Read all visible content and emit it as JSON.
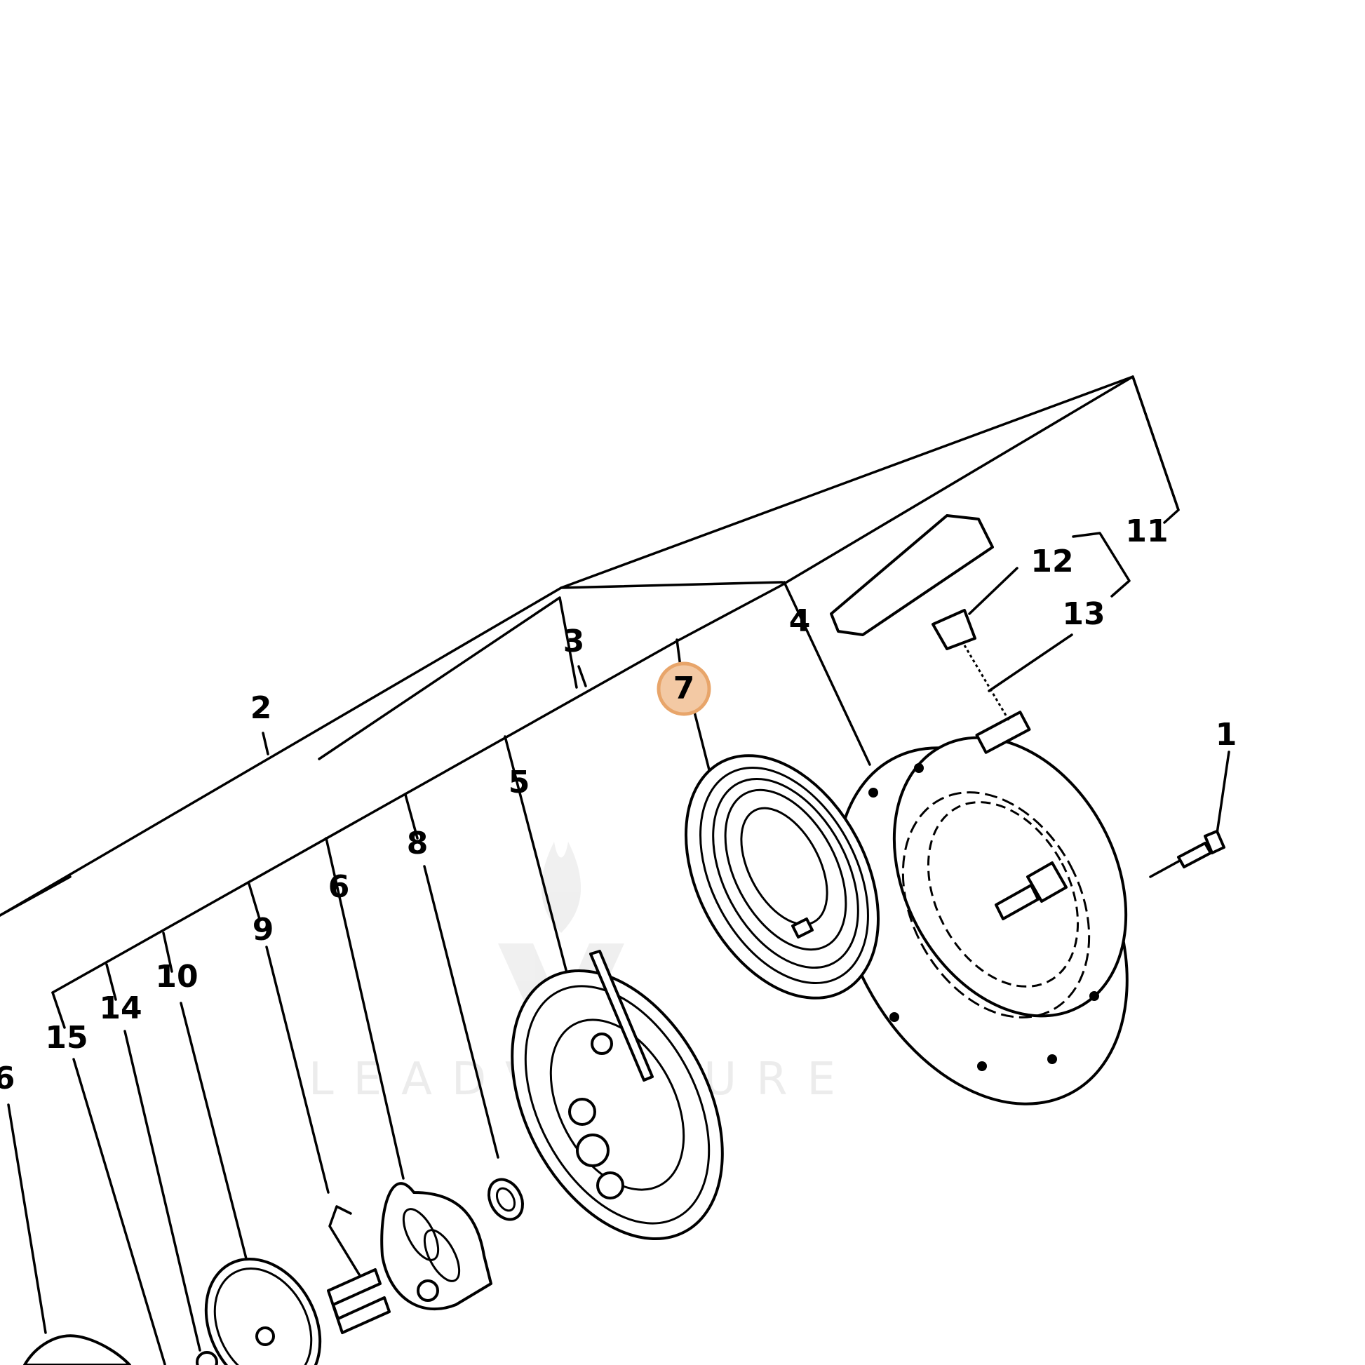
{
  "diagram": {
    "callouts": [
      {
        "id": "1",
        "text": "1"
      },
      {
        "id": "2",
        "text": "2"
      },
      {
        "id": "3",
        "text": "3"
      },
      {
        "id": "4",
        "text": "4"
      },
      {
        "id": "5",
        "text": "5"
      },
      {
        "id": "6",
        "text": "6"
      },
      {
        "id": "7",
        "text": "7"
      },
      {
        "id": "8",
        "text": "8"
      },
      {
        "id": "9",
        "text": "9"
      },
      {
        "id": "10",
        "text": "10"
      },
      {
        "id": "11",
        "text": "11"
      },
      {
        "id": "12",
        "text": "12"
      },
      {
        "id": "13",
        "text": "13"
      },
      {
        "id": "14",
        "text": "14"
      },
      {
        "id": "15",
        "text": "15"
      },
      {
        "id": "16",
        "text": "6"
      }
    ],
    "highlight": {
      "callout": "7",
      "color": "#e8a56a",
      "fill": "#f3c9a4"
    },
    "watermark": "LEADVENTURE"
  }
}
